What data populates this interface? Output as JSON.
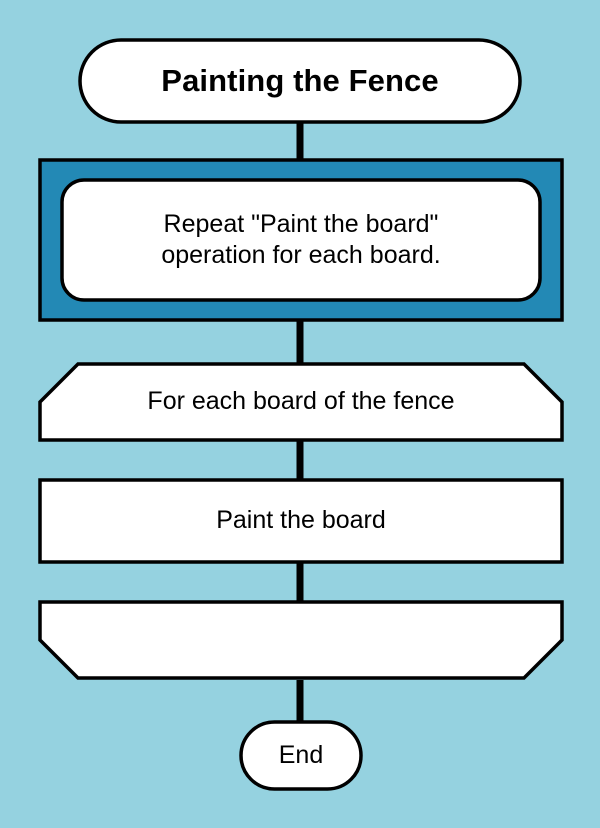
{
  "diagram": {
    "title": "Painting the Fence",
    "background_color": "#95d2e0",
    "highlight_color": "#2389b5",
    "node_fill_color": "#ffffff",
    "stroke_color": "#000000",
    "text_color": "#000000",
    "nodes": [
      {
        "id": "title",
        "shape": "stadium",
        "label": "Painting the Fence",
        "bold": true
      },
      {
        "id": "repeat-comment",
        "shape": "rounded-rectangle",
        "label": "Repeat \"Paint the board\"\noperation for each board.",
        "highlighted": true
      },
      {
        "id": "loop-start",
        "shape": "loop-start-hexagon",
        "label": "For each board of the fence"
      },
      {
        "id": "paint-board",
        "shape": "rectangle",
        "label": "Paint the board"
      },
      {
        "id": "loop-end",
        "shape": "loop-end-hexagon",
        "label": ""
      },
      {
        "id": "end",
        "shape": "stadium",
        "label": "End"
      }
    ],
    "connectors": [
      {
        "from": "title",
        "to": "repeat-comment"
      },
      {
        "from": "repeat-comment",
        "to": "loop-start"
      },
      {
        "from": "loop-start",
        "to": "paint-board"
      },
      {
        "from": "paint-board",
        "to": "loop-end"
      },
      {
        "from": "loop-end",
        "to": "end"
      }
    ]
  }
}
